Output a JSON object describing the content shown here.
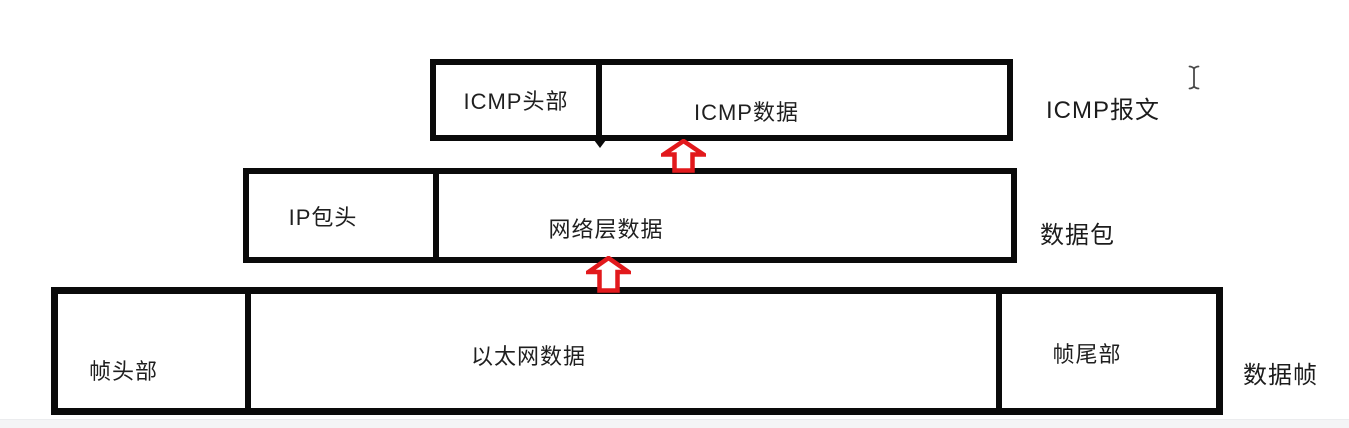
{
  "diagram": {
    "title_hint": "ICMP encapsulation diagram",
    "colors": {
      "background": "#ffffff",
      "box_border": "#0a0a0a",
      "arrow_red": "#e2191c",
      "text": "#1f1f1f",
      "bottom_strip": "#f4f5f6"
    },
    "rows": [
      {
        "id": "icmp-message",
        "cells": [
          {
            "label": "ICMP头部"
          },
          {
            "label": "ICMP数据"
          }
        ],
        "side_label": "ICMP报文"
      },
      {
        "id": "data-packet",
        "cells": [
          {
            "label": "IP包头"
          },
          {
            "label": "网络层数据"
          }
        ],
        "side_label": "数据包"
      },
      {
        "id": "data-frame",
        "cells": [
          {
            "label": "帧头部"
          },
          {
            "label": "以太网数据"
          },
          {
            "label": "帧尾部"
          }
        ],
        "side_label": "数据帧"
      }
    ],
    "icons": {
      "arrow_up_1": "up-block-arrow",
      "arrow_up_2": "up-block-arrow",
      "cursor": "text-ibeam-cursor"
    }
  }
}
